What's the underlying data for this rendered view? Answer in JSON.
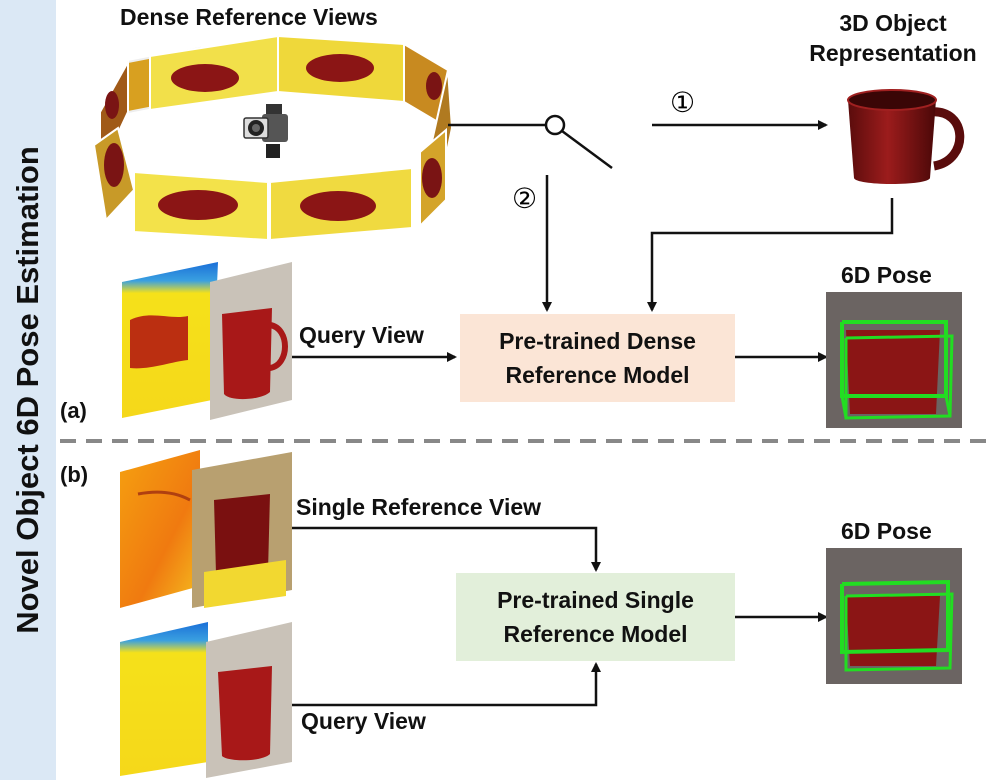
{
  "figure": {
    "side_title": "Novel Object 6D Pose Estimation",
    "part_a": {
      "label": "(a)",
      "dense_views_title": "Dense Reference Views",
      "object_rep_title_line1": "3D Object",
      "object_rep_title_line2": "Representation",
      "switch_option_1": "①",
      "switch_option_2": "②",
      "query_view_label": "Query View",
      "model_line1": "Pre-trained Dense",
      "model_line2": "Reference Model",
      "output_title": "6D Pose"
    },
    "part_b": {
      "label": "(b)",
      "single_ref_label": "Single Reference View",
      "query_view_label": "Query View",
      "model_line1": "Pre-trained Single",
      "model_line2": "Reference Model",
      "output_title": "6D Pose"
    }
  },
  "colors": {
    "side_panel": "#dbe8f5",
    "dense_model_box": "#fbe5d6",
    "single_model_box": "#e2efda",
    "mug_red": "#8b1515",
    "pose_box_green": "#22dd22",
    "depth_yellow": "#f5e11a",
    "depth_orange": "#f08a10",
    "depth_blue": "#1a6fd8"
  }
}
